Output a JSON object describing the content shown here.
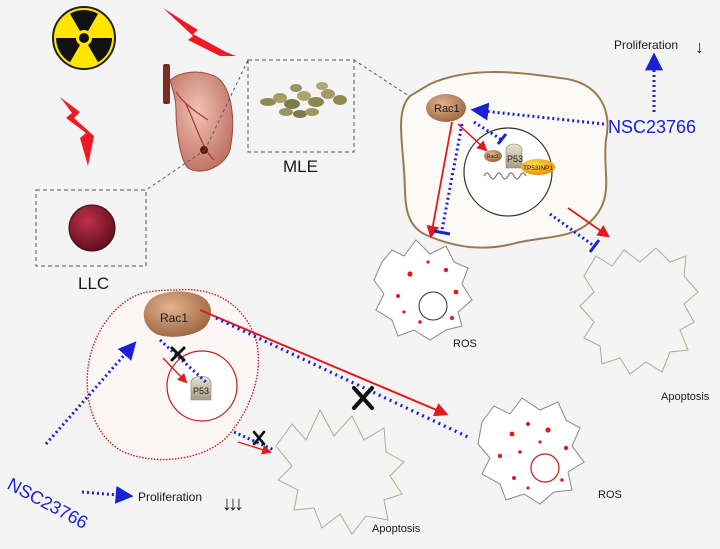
{
  "labels": {
    "mle": "MLE",
    "llc": "LLC",
    "rac1_top": "Rac1",
    "rac1_small": "Rac1",
    "p53_top": "P53",
    "tp53inp1": "TP53INP1",
    "rac1_bottom": "Rac1",
    "p53_bottom": "P53",
    "ros_top": "ROS",
    "ros_bottom": "ROS",
    "apoptosis_right": "Apoptosis",
    "apoptosis_bottom": "Apoptosis",
    "nsc_top": "NSC23766",
    "nsc_bottom": "NSC23766",
    "proliferation_top": "Proliferation",
    "proliferation_bottom": "Proliferation",
    "arrow_down_single": "↓",
    "arrow_down_triple": "↓↓↓"
  },
  "icons": {
    "radiation": "radiation-hazard-icon",
    "lightning": "lightning-bolt-icon",
    "lung": "lung-icon"
  },
  "colors": {
    "inhibition_blue": "#1a22d4",
    "activation_red": "#e01b1b",
    "rac1_brown": "#b07a52",
    "cell_outline": "#9b7a52",
    "text": "#1a1a1a",
    "dashed_box": "#555555"
  }
}
